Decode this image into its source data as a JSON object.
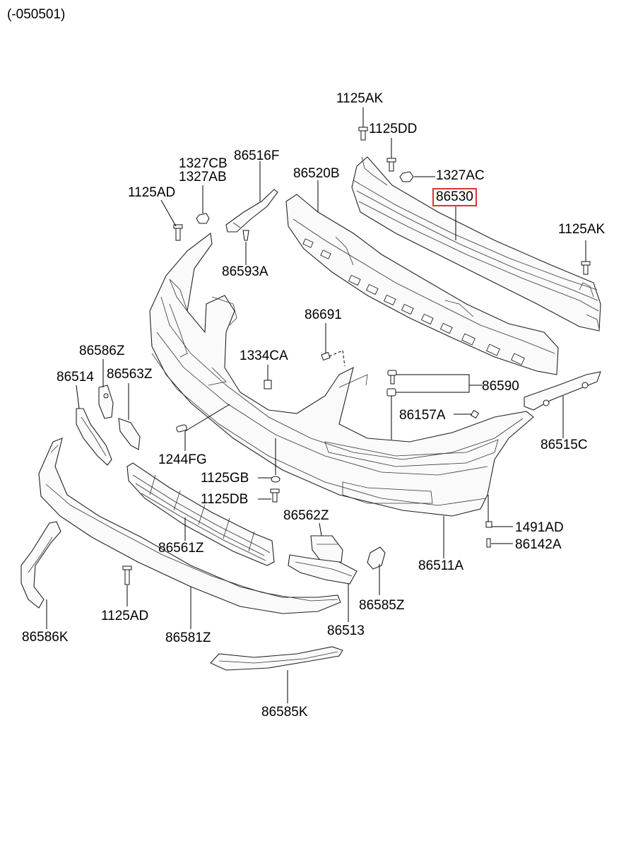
{
  "range_label": "(-050501)",
  "highlight_color": "#e0312f",
  "highlighted_part": "86530",
  "parts": {
    "p1125AK_top": "1125AK",
    "p1125DD": "1125DD",
    "p1327AC": "1327AC",
    "p86530": "86530",
    "p1125AK_right": "1125AK",
    "p86520B": "86520B",
    "p86516F": "86516F",
    "p1327CB": "1327CB",
    "p1327AB": "1327AB",
    "p1125AD_top": "1125AD",
    "p86593A": "86593A",
    "p86691": "86691",
    "p1334CA": "1334CA",
    "p86586Z": "86586Z",
    "p86514": "86514",
    "p86563Z": "86563Z",
    "p86590": "86590",
    "p86157A": "86157A",
    "p86515C": "86515C",
    "p1244FG": "1244FG",
    "p1125GB": "1125GB",
    "p1125DB": "1125DB",
    "p86562Z": "86562Z",
    "p1491AD": "1491AD",
    "p86142A": "86142A",
    "p86561Z": "86561Z",
    "p86511A": "86511A",
    "p86585Z": "86585Z",
    "p1125AD_bottom": "1125AD",
    "p86513": "86513",
    "p86586K": "86586K",
    "p86581Z": "86581Z",
    "p86585K": "86585K"
  }
}
